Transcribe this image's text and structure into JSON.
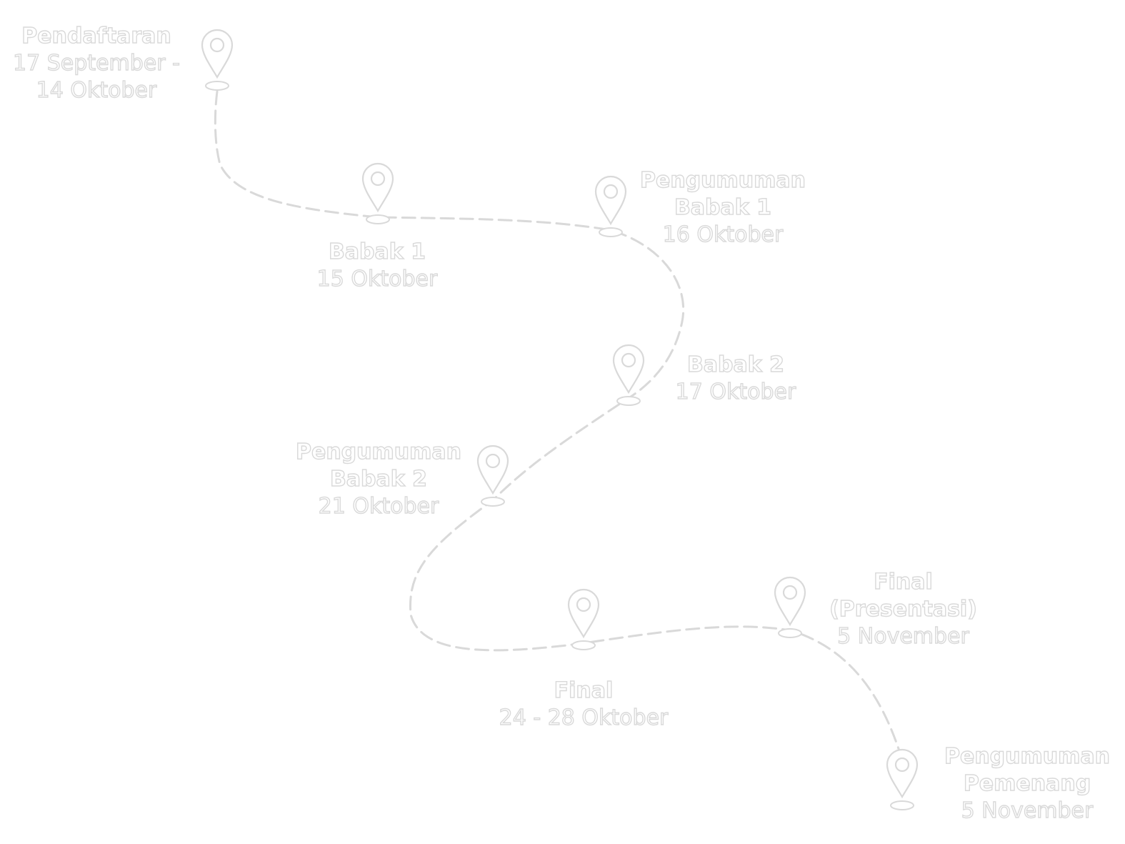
{
  "colors": {
    "background": "#ffffff",
    "text_fill": "#ffffff",
    "outline": "#d9d9d9"
  },
  "milestones": [
    {
      "icon": "map-pin-icon",
      "title": "Pendaftaran",
      "title2": "",
      "date": "17 September -",
      "date2": "14 Oktober"
    },
    {
      "icon": "map-pin-icon",
      "title": "Babak 1",
      "title2": "",
      "date": "15 Oktober",
      "date2": ""
    },
    {
      "icon": "map-pin-icon",
      "title": "Pengumuman",
      "title2": "Babak 1",
      "date": "16 Oktober",
      "date2": ""
    },
    {
      "icon": "map-pin-icon",
      "title": "Babak 2",
      "title2": "",
      "date": "17 Oktober",
      "date2": ""
    },
    {
      "icon": "map-pin-icon",
      "title": "Pengumuman",
      "title2": "Babak 2",
      "date": "21 Oktober",
      "date2": ""
    },
    {
      "icon": "map-pin-icon",
      "title": "Final",
      "title2": "",
      "date": "24 - 28 Oktober",
      "date2": ""
    },
    {
      "icon": "map-pin-icon",
      "title": "Final",
      "title2": "(Presentasi)",
      "date": "5 November",
      "date2": ""
    },
    {
      "icon": "map-pin-icon",
      "title": "Pengumuman",
      "title2": "Pemenang",
      "date": "5 November",
      "date2": ""
    }
  ]
}
